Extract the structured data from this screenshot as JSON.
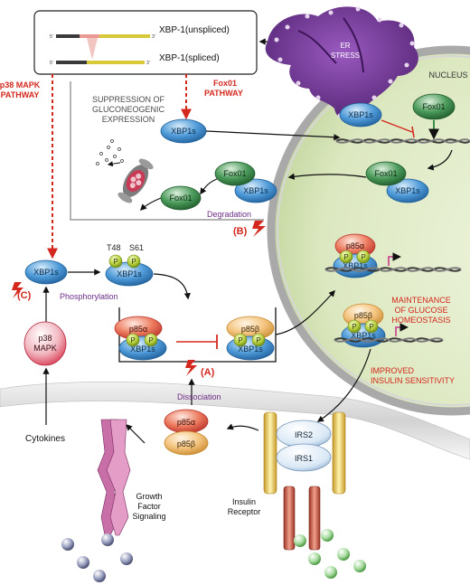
{
  "splicing_box": {
    "unspliced": "XBP-1(unspliced)",
    "spliced": "XBP-1(spliced)",
    "five_prime": "5'",
    "three_prime": "3'"
  },
  "er_stress": [
    "ER",
    "STRESS"
  ],
  "nucleus": "NUCLEUS",
  "p38_pathway": [
    "p38 MAPK",
    "PATHWAY"
  ],
  "fox01_pathway": [
    "Fox01",
    "PATHWAY"
  ],
  "suppression": [
    "SUPPRESSION OF",
    "GLUCONEOGENIC",
    "EXPRESSION"
  ],
  "proteins": {
    "xbp1s": "XBP1s",
    "fox01": "Fox01",
    "p85a": "p85α",
    "p85b": "p85β",
    "p38": [
      "p38",
      "MAPK"
    ],
    "irs1": "IRS1",
    "irs2": "IRS2",
    "phospho": "P",
    "t48": "T48",
    "s61": "S61"
  },
  "labels": {
    "degradation": "Degradation",
    "B": "(B)",
    "A": "(A)",
    "C": "(C)",
    "phosphorylation": "Phosphorylation",
    "dissociation": "Dissociation",
    "cytokines": "Cytokines",
    "growth": [
      "Growth",
      "Factor",
      "Signaling"
    ],
    "insulin": [
      "Insulin",
      "Receptor"
    ],
    "maintenance": [
      "MAINTENANCE",
      "OF GLUCOSE",
      "HOMEOSTASIS"
    ],
    "improved": [
      "IMPROVED",
      "INSULIN SENSITIVITY"
    ]
  },
  "colors": {
    "red_text": "#d4281e",
    "purple_text": "#6d2c86",
    "xbp1s_blue": "#3b8fd2",
    "fox01_green": "#3c8d4c",
    "p85a_red": "#e0503c",
    "p85b_orange": "#f0b25a",
    "phospho_green": "#a4c53a",
    "er_purple": "#5a2a7a",
    "nucleus_green": "#dfe9c6"
  }
}
